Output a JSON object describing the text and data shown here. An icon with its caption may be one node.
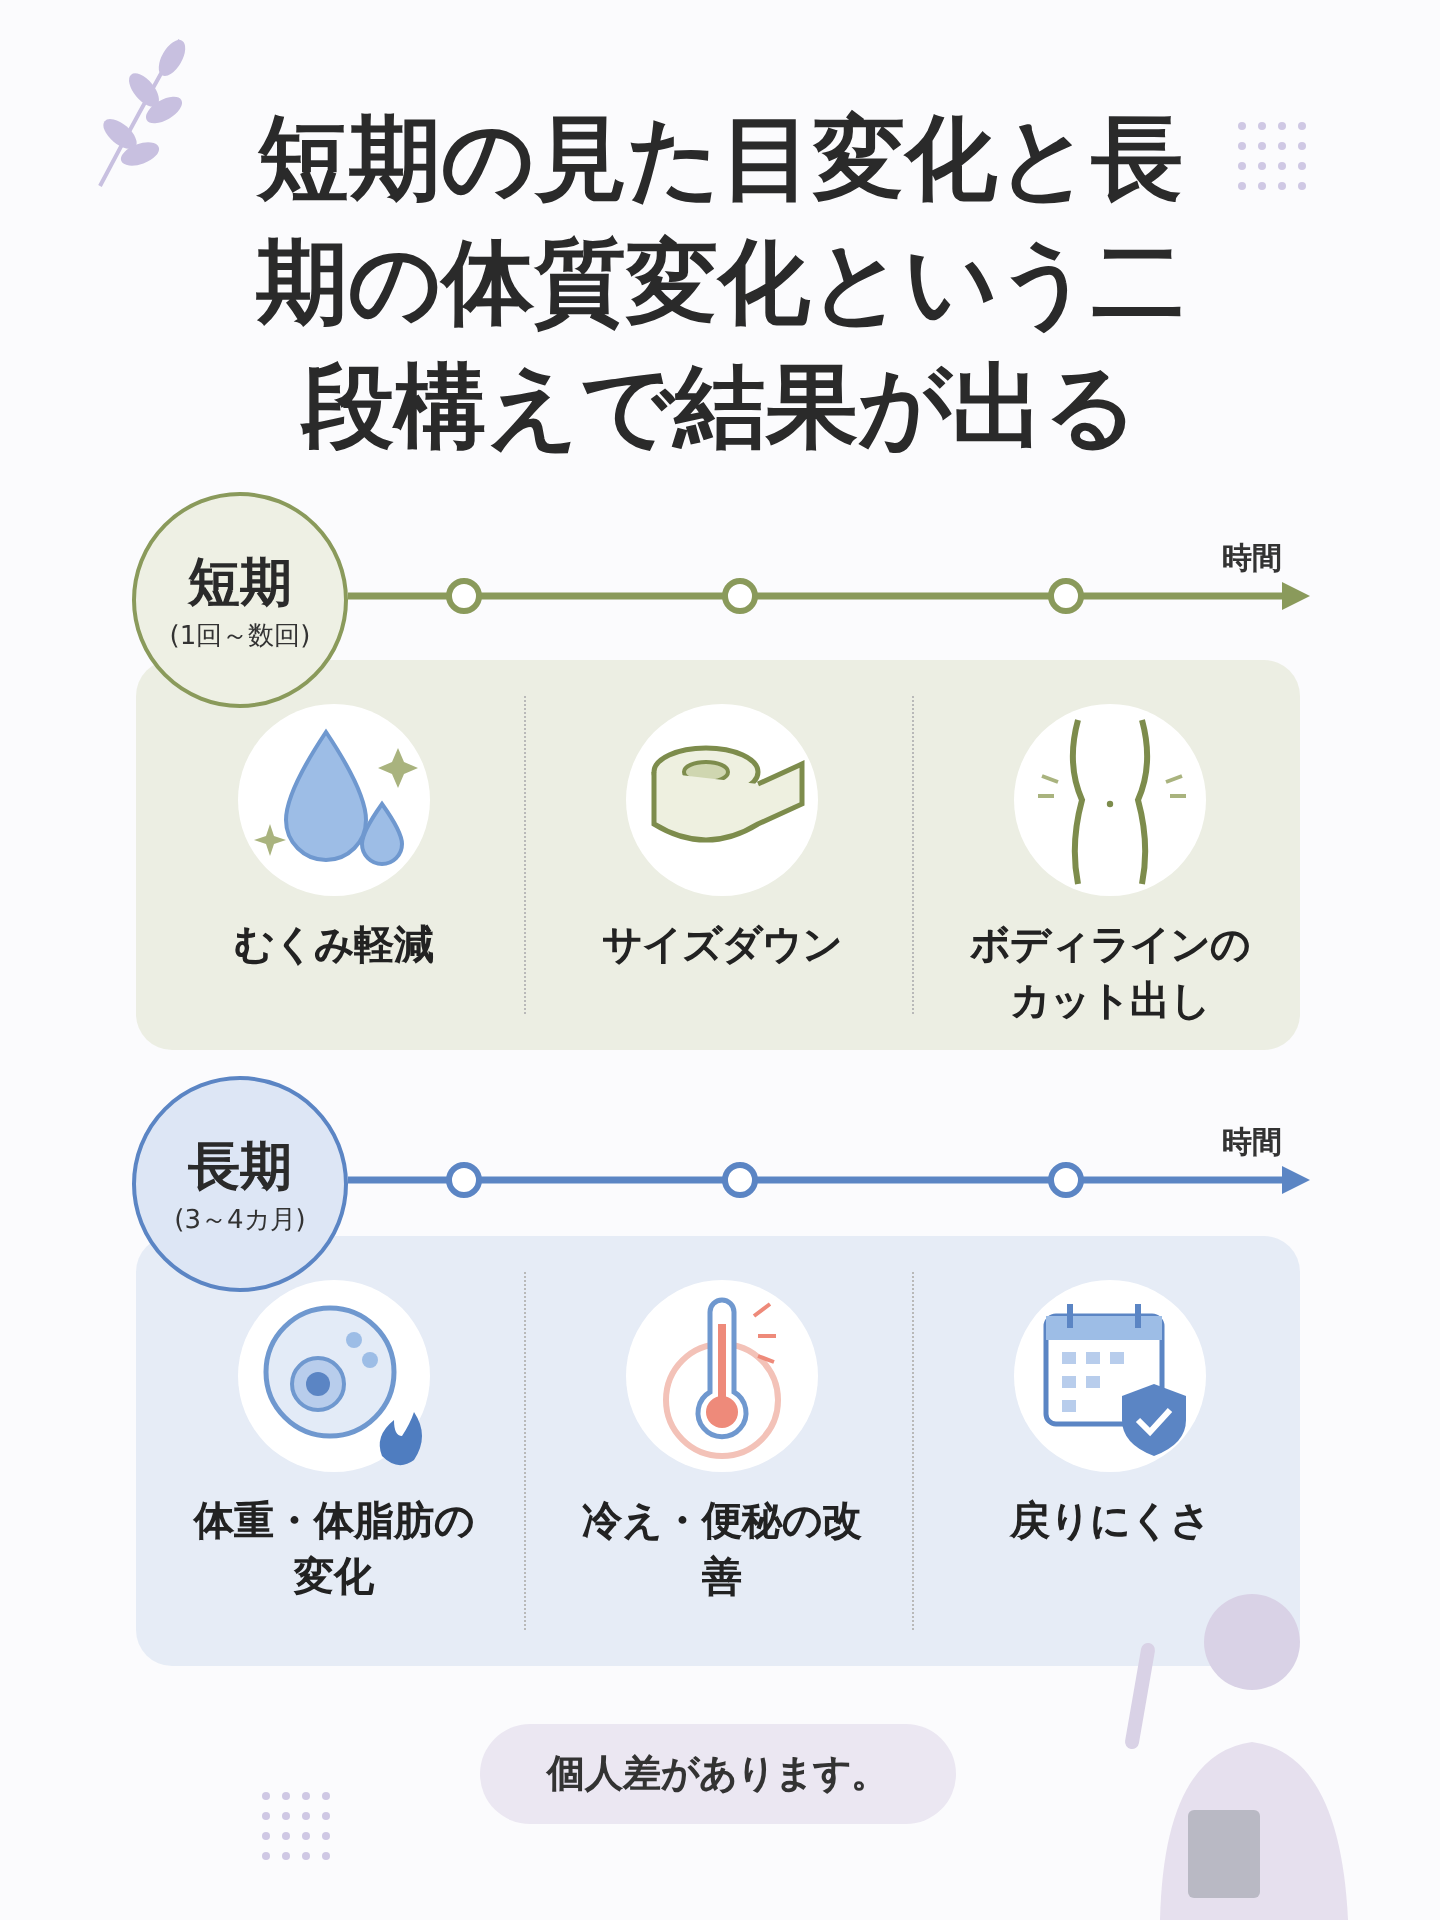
{
  "diagram": {
    "title": "短期の見た目変化と長期の体質変化という二段構えで結果が出る",
    "nodes": [
      {
        "text": [
          "短期",
          "(1回～数回)"
        ]
      },
      {
        "text": [],
        "shape": "box"
      },
      {
        "text": [
          "むくみ軽減"
        ],
        "in": 1
      },
      {
        "text": [
          "サイズダウン"
        ],
        "in": 1
      },
      {
        "text": [
          "ボディラインのカット出し"
        ],
        "in": 1
      },
      {
        "text": [
          "長期",
          "(3～4カ月)"
        ]
      },
      {
        "text": [],
        "shape": "box"
      },
      {
        "text": [
          "体重・体脂肪の変化"
        ],
        "in": 6
      },
      {
        "text": [
          "冷え・便秘の改善"
        ],
        "in": 6
      },
      {
        "text": [
          "戻りにくさ"
        ],
        "in": 6
      },
      {
        "text": [
          "個人差があります。"
        ]
      }
    ],
    "labels": [
      "時間",
      "時間"
    ]
  }
}
